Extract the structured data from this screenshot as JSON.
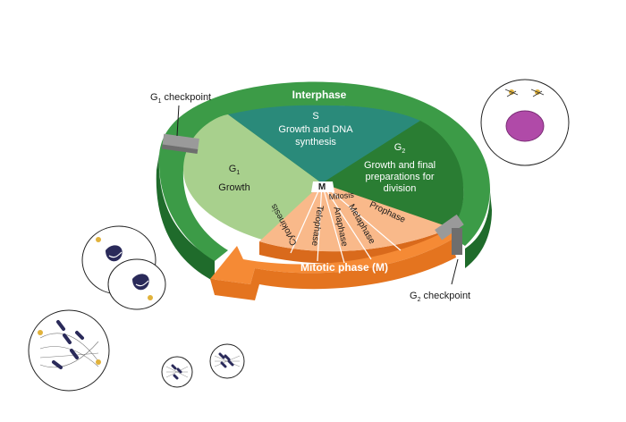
{
  "diagram": {
    "ring_label": "Interphase",
    "s_phase": {
      "letter": "S",
      "line1": "Growth and DNA",
      "line2": "synthesis"
    },
    "g2_phase": {
      "letter": "G",
      "sub": "2",
      "line1": "Growth and final",
      "line2": "preparations for",
      "line3": "division"
    },
    "g1_phase": {
      "letter": "G",
      "sub": "1",
      "line1": "Growth"
    },
    "m_phase": {
      "letter": "M",
      "mitosis": "Mitosis"
    },
    "subphases": [
      "Prophase",
      "Metaphase",
      "Anaphase",
      "Telophase",
      "Cytokinesis"
    ],
    "mitotic_arrow_label": "Mitotic phase (M)",
    "g1_checkpoint": {
      "letter": "G",
      "sub": "1",
      "rest": " checkpoint"
    },
    "g2_checkpoint": {
      "letter": "G",
      "sub": "2",
      "rest": " checkpoint"
    }
  },
  "colors": {
    "ring": "#2f8a3c",
    "ring_light": "#5cb85c",
    "s_phase": "#2a8a7a",
    "g2_phase": "#2a7d33",
    "g1_phase": "#a8d08d",
    "mitotic": "#f58a35",
    "mitotic_light": "#f9b98a",
    "checkpoint": "#8a8a8a",
    "nucleus": "#b04aa8"
  }
}
